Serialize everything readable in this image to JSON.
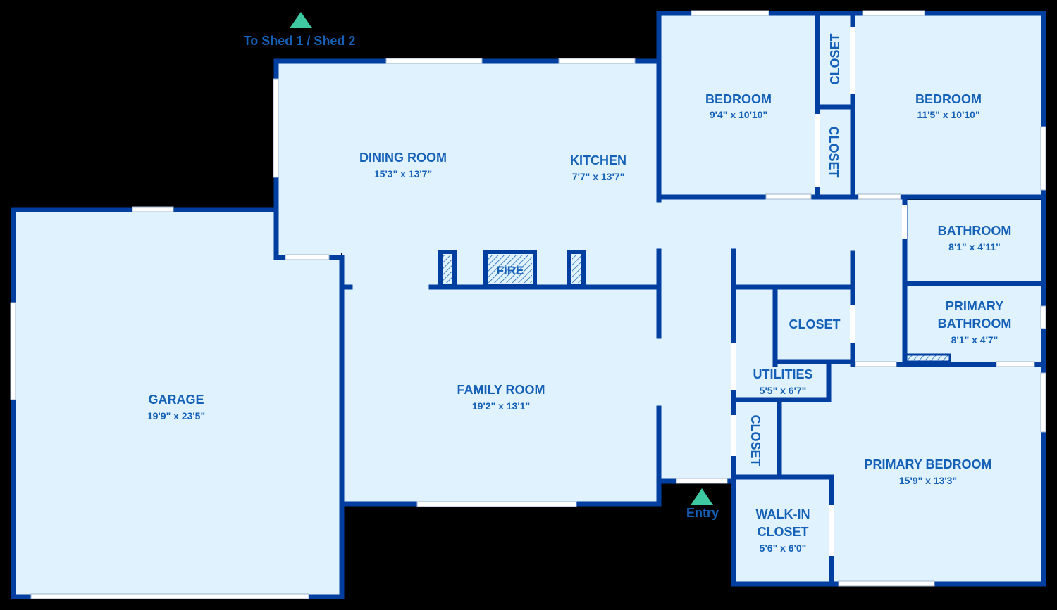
{
  "colors": {
    "background": "#000000",
    "floor": "#dff2fd",
    "wall": "#003fa0",
    "window": "#ffffff",
    "label": "#1561b8",
    "marker": "#3fc9a3"
  },
  "markers": {
    "shed": {
      "label": "To Shed 1 / Shed 2",
      "icon": "triangle-up-icon"
    },
    "entry": {
      "label": "Entry",
      "icon": "triangle-up-icon"
    }
  },
  "fireplace": {
    "label": "FIRE"
  },
  "rooms": {
    "garage": {
      "name": "GARAGE",
      "dims": "19'9\" x 23'5\""
    },
    "dining_room": {
      "name": "DINING ROOM",
      "dims": "15'3\" x 13'7\""
    },
    "kitchen": {
      "name": "KITCHEN",
      "dims": "7'7\" x 13'7\""
    },
    "family_room": {
      "name": "FAMILY ROOM",
      "dims": "19'2\" x 13'1\""
    },
    "bedroom_1": {
      "name": "BEDROOM",
      "dims": "9'4\" x 10'10\""
    },
    "bedroom_2": {
      "name": "BEDROOM",
      "dims": "11'5\" x 10'10\""
    },
    "closet_top_1": {
      "name": "CLOSET"
    },
    "closet_top_2": {
      "name": "CLOSET"
    },
    "bathroom": {
      "name": "BATHROOM",
      "dims": "8'1\" x 4'11\""
    },
    "primary_bathroom": {
      "name_line1": "PRIMARY",
      "name_line2": "BATHROOM",
      "dims": "8'1\" x 4'7\""
    },
    "closet_mid": {
      "name": "CLOSET"
    },
    "utilities": {
      "name": "UTILITIES",
      "dims": "5'5\" x 6'7\""
    },
    "closet_left": {
      "name": "CLOSET"
    },
    "walk_in_closet": {
      "name_line1": "WALK-IN",
      "name_line2": "CLOSET",
      "dims": "5'6\" x 6'0\""
    },
    "primary_bedroom": {
      "name": "PRIMARY BEDROOM",
      "dims": "15'9\" x 13'3\""
    }
  }
}
